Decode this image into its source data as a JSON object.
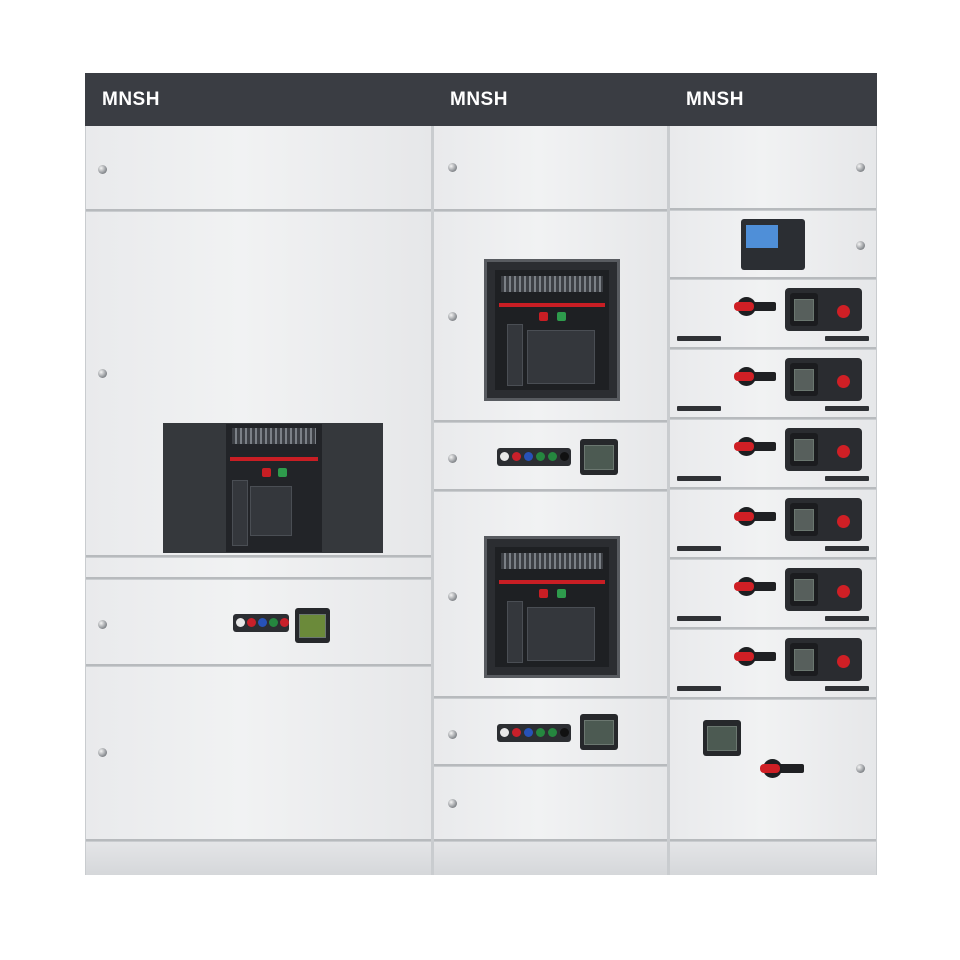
{
  "cabinets": [
    {
      "title": "MNSH"
    },
    {
      "title": "MNSH"
    },
    {
      "title": "MNSH"
    }
  ],
  "colors": {
    "header": "#3a3d43",
    "door": "#eeeff0",
    "breaker_accent": "#c81e24",
    "handle": "#cf1f25"
  },
  "components": {
    "indicator_lamps": [
      "white",
      "red",
      "blue",
      "green",
      "red"
    ],
    "indicator_lamps_col2": [
      "white",
      "red",
      "blue",
      "green",
      "green"
    ]
  }
}
